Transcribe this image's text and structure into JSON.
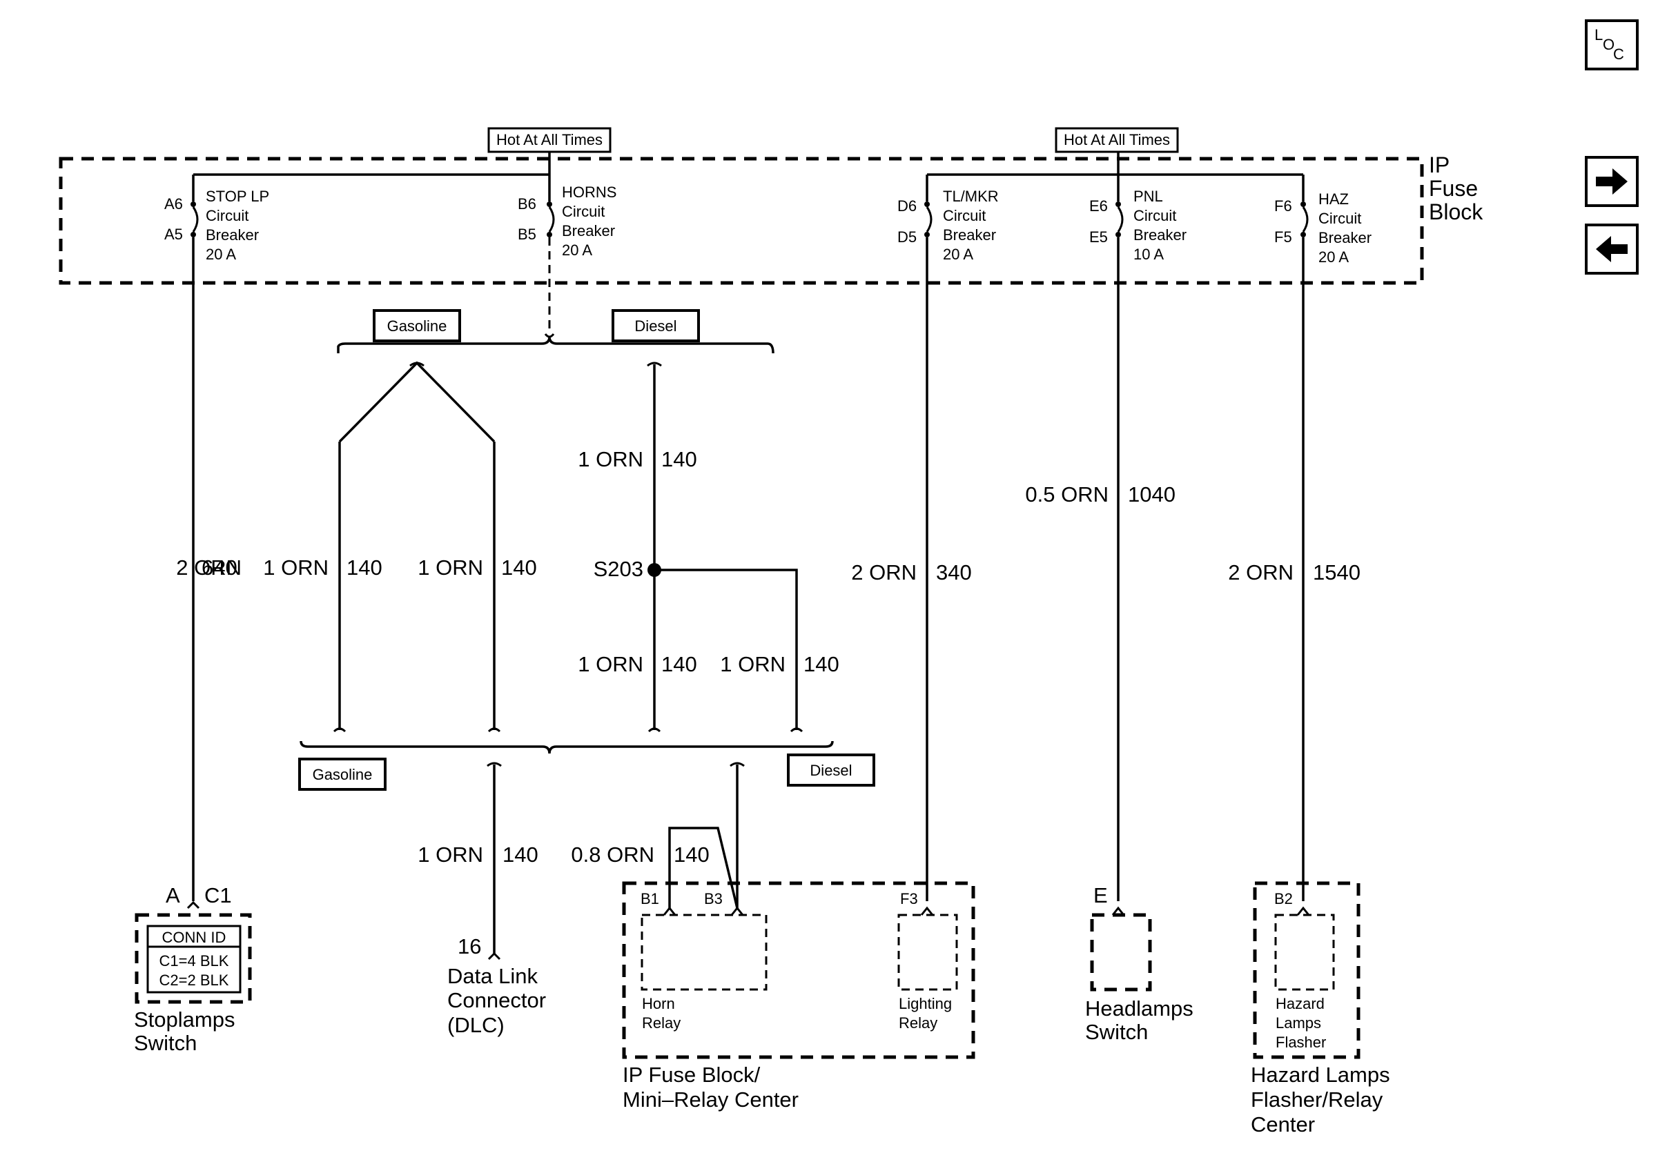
{
  "nav": {
    "locator_label_l": "L",
    "locator_label_o": "O",
    "locator_label_c": "C",
    "forward_icon": "arrow-right-icon",
    "back_icon": "arrow-left-icon"
  },
  "fuse_block": {
    "title_line1": "IP",
    "title_line2": "Fuse",
    "title_line3": "Block",
    "hot_left": "Hot At All Times",
    "hot_right": "Hot At All Times"
  },
  "breakers": [
    {
      "pin_top": "A6",
      "pin_bottom": "A5",
      "line1": "STOP LP",
      "line2": "Circuit",
      "line3": "Breaker",
      "line4": "20 A"
    },
    {
      "pin_top": "B6",
      "pin_bottom": "B5",
      "line1": "HORNS",
      "line2": "Circuit",
      "line3": "Breaker",
      "line4": "20 A"
    },
    {
      "pin_top": "D6",
      "pin_bottom": "D5",
      "line1": "TL/MKR",
      "line2": "Circuit",
      "line3": "Breaker",
      "line4": "20 A"
    },
    {
      "pin_top": "E6",
      "pin_bottom": "E5",
      "line1": "PNL",
      "line2": "Circuit",
      "line3": "Breaker",
      "line4": "10 A"
    },
    {
      "pin_top": "F6",
      "pin_bottom": "F5",
      "line1": "HAZ",
      "line2": "Circuit",
      "line3": "Breaker",
      "line4": "20 A"
    }
  ],
  "options": {
    "gasoline_top": "Gasoline",
    "diesel_top": "Diesel",
    "gasoline_bottom": "Gasoline",
    "diesel_bottom": "Diesel"
  },
  "wires": {
    "w640": {
      "gauge": "2 ORN",
      "circuit": "640"
    },
    "w140_gas_left": {
      "gauge": "1 ORN",
      "circuit": "140"
    },
    "w140_gas_right": {
      "gauge": "1 ORN",
      "circuit": "140"
    },
    "w140_diesel_upper": {
      "gauge": "1 ORN",
      "circuit": "140"
    },
    "w140_diesel_lower_left": {
      "gauge": "1 ORN",
      "circuit": "140"
    },
    "w140_diesel_lower_right": {
      "gauge": "1 ORN",
      "circuit": "140"
    },
    "w340": {
      "gauge": "2 ORN",
      "circuit": "340"
    },
    "w1040": {
      "gauge": "0.5 ORN",
      "circuit": "1040"
    },
    "w1540": {
      "gauge": "2 ORN",
      "circuit": "1540"
    },
    "w140_dlc": {
      "gauge": "1 ORN",
      "circuit": "140"
    },
    "w140_horn": {
      "gauge": "0.8 ORN",
      "circuit": "140"
    }
  },
  "splice": {
    "label": "S203"
  },
  "components": {
    "stoplamps": {
      "pin": "A",
      "conn": "C1",
      "conn_id_title": "CONN ID",
      "conn_id_1": "C1=4 BLK",
      "conn_id_2": "C2=2 BLK",
      "name_line1": "Stoplamps",
      "name_line2": "Switch"
    },
    "dlc": {
      "pin": "16",
      "name_line1": "Data Link",
      "name_line2": "Connector",
      "name_line3": "(DLC)"
    },
    "relay_center": {
      "pin_b1": "B1",
      "pin_b3": "B3",
      "pin_f3": "F3",
      "horn_line1": "Horn",
      "horn_line2": "Relay",
      "lighting_line1": "Lighting",
      "lighting_line2": "Relay",
      "name_line1": "IP Fuse Block/",
      "name_line2": "Mini–Relay Center"
    },
    "headlamps": {
      "pin": "E",
      "name_line1": "Headlamps",
      "name_line2": "Switch"
    },
    "hazard": {
      "pin": "B2",
      "inner_line1": "Hazard",
      "inner_line2": "Lamps",
      "inner_line3": "Flasher",
      "name_line1": "Hazard Lamps",
      "name_line2": "Flasher/Relay",
      "name_line3": "Center"
    }
  }
}
